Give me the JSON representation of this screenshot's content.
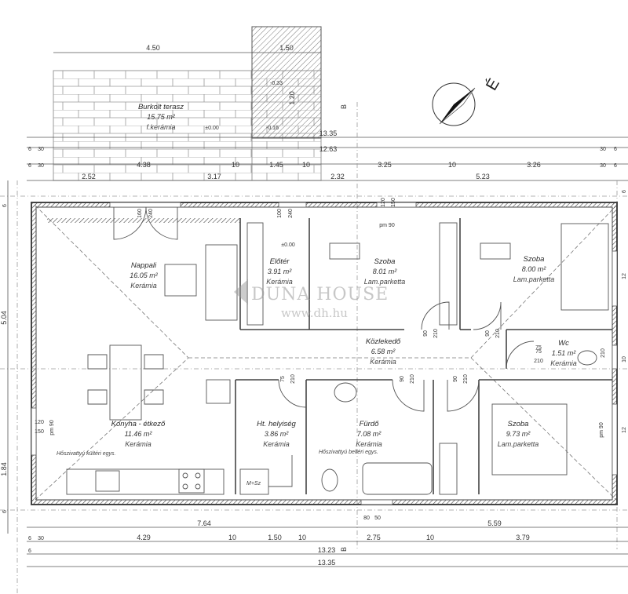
{
  "rooms": [
    {
      "name": "Burkolt terasz",
      "area": "15.75 m²",
      "material": "f.kerámia"
    },
    {
      "name": "Nappali",
      "area": "16.05 m²",
      "material": "Kerámia"
    },
    {
      "name": "Előtér",
      "area": "3.91 m²",
      "material": "Kerámia"
    },
    {
      "name": "Szoba",
      "area": "8.01 m²",
      "material": "Lam.parketta"
    },
    {
      "name": "Szoba",
      "area": "8.00 m²",
      "material": "Lam.parketta"
    },
    {
      "name": "Közlekedő",
      "area": "6.58 m²",
      "material": "Kerámia"
    },
    {
      "name": "Wc",
      "area": "1.51 m²",
      "material": "Kerámia"
    },
    {
      "name": "Konyha - étkező",
      "area": "11.46 m²",
      "material": "Kerámia"
    },
    {
      "name": "Ht. helyiség",
      "area": "3.86 m²",
      "material": "Kerámia"
    },
    {
      "name": "Fürdő",
      "area": "7.08 m²",
      "material": "Kerámia"
    },
    {
      "name": "Szoba",
      "area": "9.73 m²",
      "material": "Lam.parketta"
    }
  ],
  "dims_top": {
    "terrace_width": "4.50",
    "stair_width": "1.50",
    "overall": "13.35",
    "row2_total": "12.63",
    "row3": [
      "4.38",
      "10",
      "1.45",
      "10",
      "3.25",
      "10",
      "3.26"
    ],
    "row4": [
      "2.52",
      "3.17",
      "2.32",
      "5.23"
    ],
    "ends": [
      "6",
      "30",
      "6",
      "30"
    ],
    "stair_height": "1.20"
  },
  "dims_bottom": {
    "row1": [
      "7.64",
      "5.59"
    ],
    "row2": [
      "4.29",
      "10",
      "1.50",
      "10",
      "2.75",
      "10",
      "3.79"
    ],
    "total1": "13.23",
    "total2": "13.35",
    "ends": [
      "6",
      "30",
      "6"
    ]
  },
  "dims_left": [
    "6",
    "5.04",
    "1.84",
    "6"
  ],
  "dims_right": [
    "6",
    "12",
    "10",
    "12"
  ],
  "levels": [
    "-0.33",
    "±0.00",
    "-0.16",
    "±0.00"
  ],
  "small_dims": [
    "160",
    "240",
    "100",
    "240",
    "120",
    "150",
    "pm 90",
    "90",
    "210",
    "90",
    "210",
    "75",
    "210",
    "75",
    "210",
    "90",
    "210",
    "90",
    "210",
    "120",
    "150",
    "pm 90",
    "75",
    "210",
    "pm 90",
    "80",
    "50",
    "90",
    "160",
    "pm 90",
    "10",
    "50",
    "60",
    "10"
  ],
  "notes": [
    "Hőszivattyú kültéri egys.",
    "Hőszivattyú beltéri egys.",
    "M+Sz"
  ],
  "section_label": "B",
  "compass_label": "É",
  "watermark": {
    "brand": "DUNA HOUSE",
    "url": "www.dh.hu"
  },
  "colors": {
    "wall": "#4a4a4a",
    "line": "#555555",
    "hatch": "#8a8a8a",
    "grid": "#9a9a9a"
  }
}
